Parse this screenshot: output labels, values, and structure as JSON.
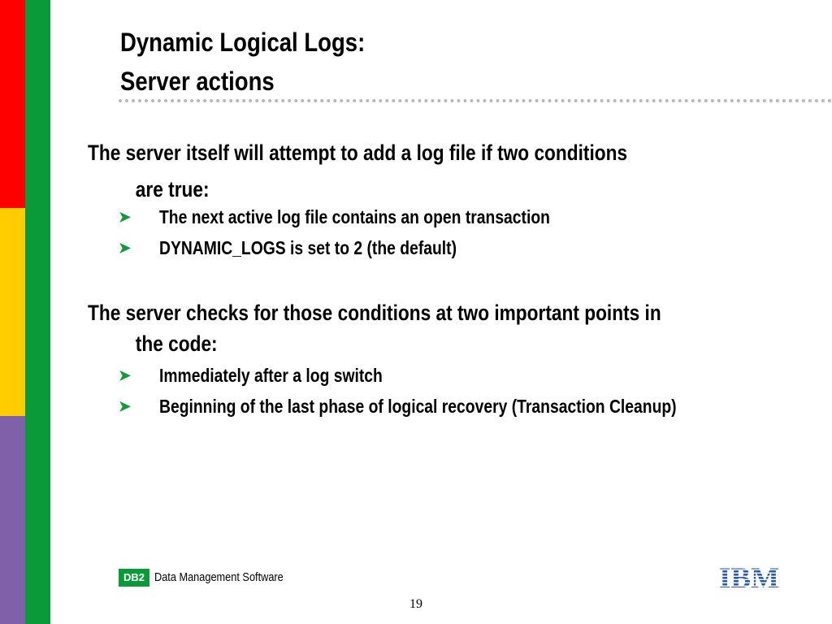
{
  "colors": {
    "red_bar": "#ff0000",
    "yellow_bar": "#ffcc00",
    "purple_bar": "#8060a8",
    "green_stripe": "#0a9a3a",
    "bullet_arrow": "#109a3a",
    "db2_badge": "#0a9a3a",
    "ibm_blue": "#2858a8"
  },
  "title": {
    "line1": "Dynamic Logical Logs:",
    "line2": "Server actions"
  },
  "section1": {
    "text_line1": "The server itself will attempt to add a log file if two conditions",
    "text_line2": "are true:",
    "bullets": [
      "The next active log file contains an open transaction",
      "DYNAMIC_LOGS is set to 2 (the default)"
    ]
  },
  "section2": {
    "text_line1": "The server checks for those conditions at two important points in",
    "text_line2": "the code:",
    "bullets": [
      "Immediately after a log switch",
      "Beginning of the last phase of logical recovery (Transaction Cleanup)"
    ]
  },
  "footer": {
    "badge": "DB2",
    "product": "Data Management Software",
    "page_number": "19",
    "logo_text": "IBM"
  },
  "icons": {
    "bullet": "arrowhead-bullet-icon",
    "logo": "ibm-logo-icon"
  }
}
